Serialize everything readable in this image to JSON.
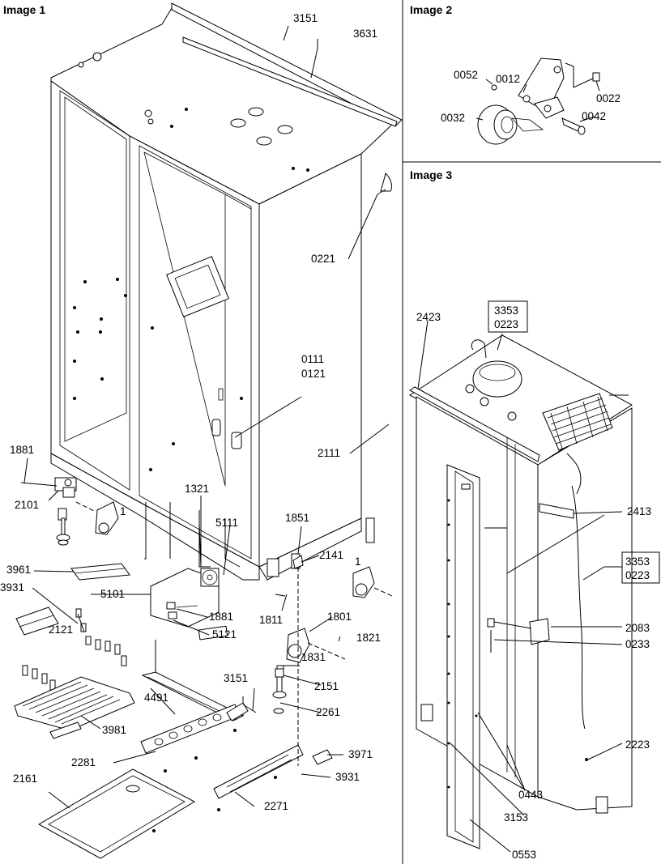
{
  "panels": [
    {
      "title": "Image 1"
    },
    {
      "title": "Image 2"
    },
    {
      "title": "Image 3"
    }
  ],
  "labels": {
    "p3151_top": "3151",
    "p3631": "3631",
    "p0221": "0221",
    "p0111": "0111",
    "p0121": "0121",
    "p1881_left": "1881",
    "p2101": "2101",
    "p1_left": "1",
    "p1321": "1321",
    "p5111": "5111",
    "p1851": "1851",
    "p2111": "2111",
    "p2141": "2141",
    "p1_right": "1",
    "p3961": "3961",
    "p3931_left": "3931",
    "p5101": "5101",
    "p1881_mid": "1881",
    "p5121": "5121",
    "p1811": "1811",
    "p1801": "1801",
    "p1821": "1821",
    "p1831": "1831",
    "p2121": "2121",
    "p2151": "2151",
    "p2261": "2261",
    "p4491": "4491",
    "p3151_bottom": "3151",
    "p3981": "3981",
    "p2281": "2281",
    "p3971": "3971",
    "p3931_bottom": "3931",
    "p2161": "2161",
    "p2271": "2271",
    "p0052": "0052",
    "p0012": "0012",
    "p0022": "0022",
    "p0032": "0032",
    "p0042": "0042",
    "p2423": "2423",
    "p3353_top": "3353",
    "p0223_top": "0223",
    "p2413": "2413",
    "p3353_right": "3353",
    "p0223_right": "0223",
    "p2083": "2083",
    "p0233": "0233",
    "p2223": "2223",
    "p0443": "0443",
    "p3153": "3153",
    "p0553": "0553"
  }
}
